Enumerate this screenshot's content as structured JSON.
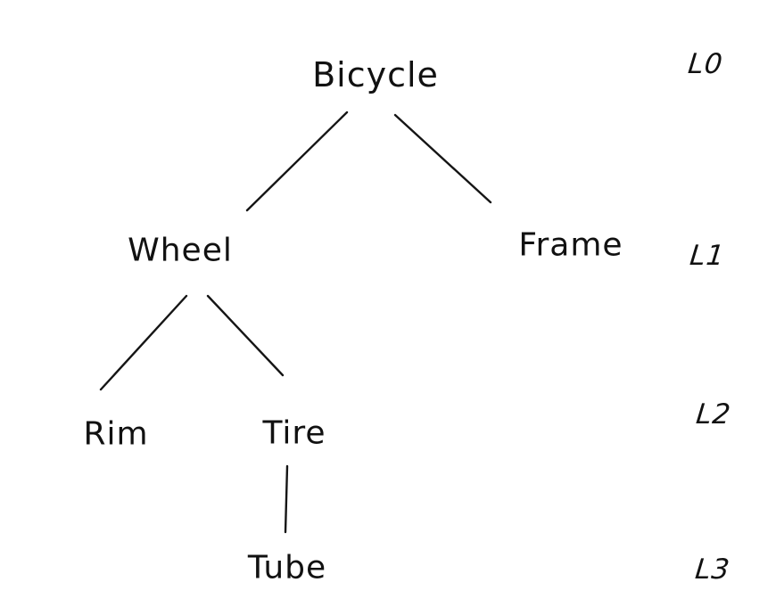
{
  "diagram": {
    "type": "tree",
    "style": "hand-drawn",
    "colors": {
      "ink": "#151515",
      "background": "#ffffff"
    },
    "nodes": [
      {
        "id": "bicycle",
        "label": "Bicycle",
        "level": 0
      },
      {
        "id": "wheel",
        "label": "Wheel",
        "level": 1
      },
      {
        "id": "frame",
        "label": "Frame",
        "level": 1
      },
      {
        "id": "rim",
        "label": "Rim",
        "level": 2
      },
      {
        "id": "tire",
        "label": "Tire",
        "level": 2
      },
      {
        "id": "tube",
        "label": "Tube",
        "level": 3
      }
    ],
    "edges": [
      {
        "from": "Bicycle",
        "to": "Wheel"
      },
      {
        "from": "Bicycle",
        "to": "Frame"
      },
      {
        "from": "Wheel",
        "to": "Rim"
      },
      {
        "from": "Wheel",
        "to": "Tire"
      },
      {
        "from": "Tire",
        "to": "Tube"
      }
    ],
    "level_labels": [
      "L0",
      "L1",
      "L2",
      "L3"
    ]
  }
}
